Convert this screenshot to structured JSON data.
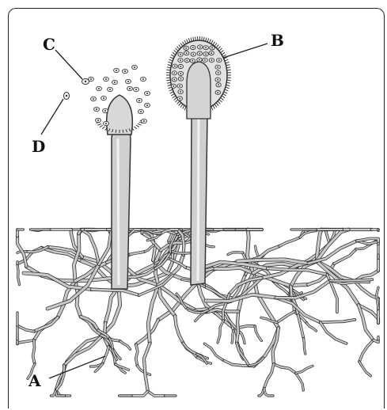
{
  "labels": {
    "a": "A",
    "b": "B",
    "c": "C",
    "d": "D"
  },
  "colors": {
    "stroke": "#333333",
    "hypha_fill": "#c9c9c9",
    "stalk_fill": "#cfcfcf",
    "head_fill": "#e2e2e2",
    "spore_fill": "#f2f2f2"
  }
}
